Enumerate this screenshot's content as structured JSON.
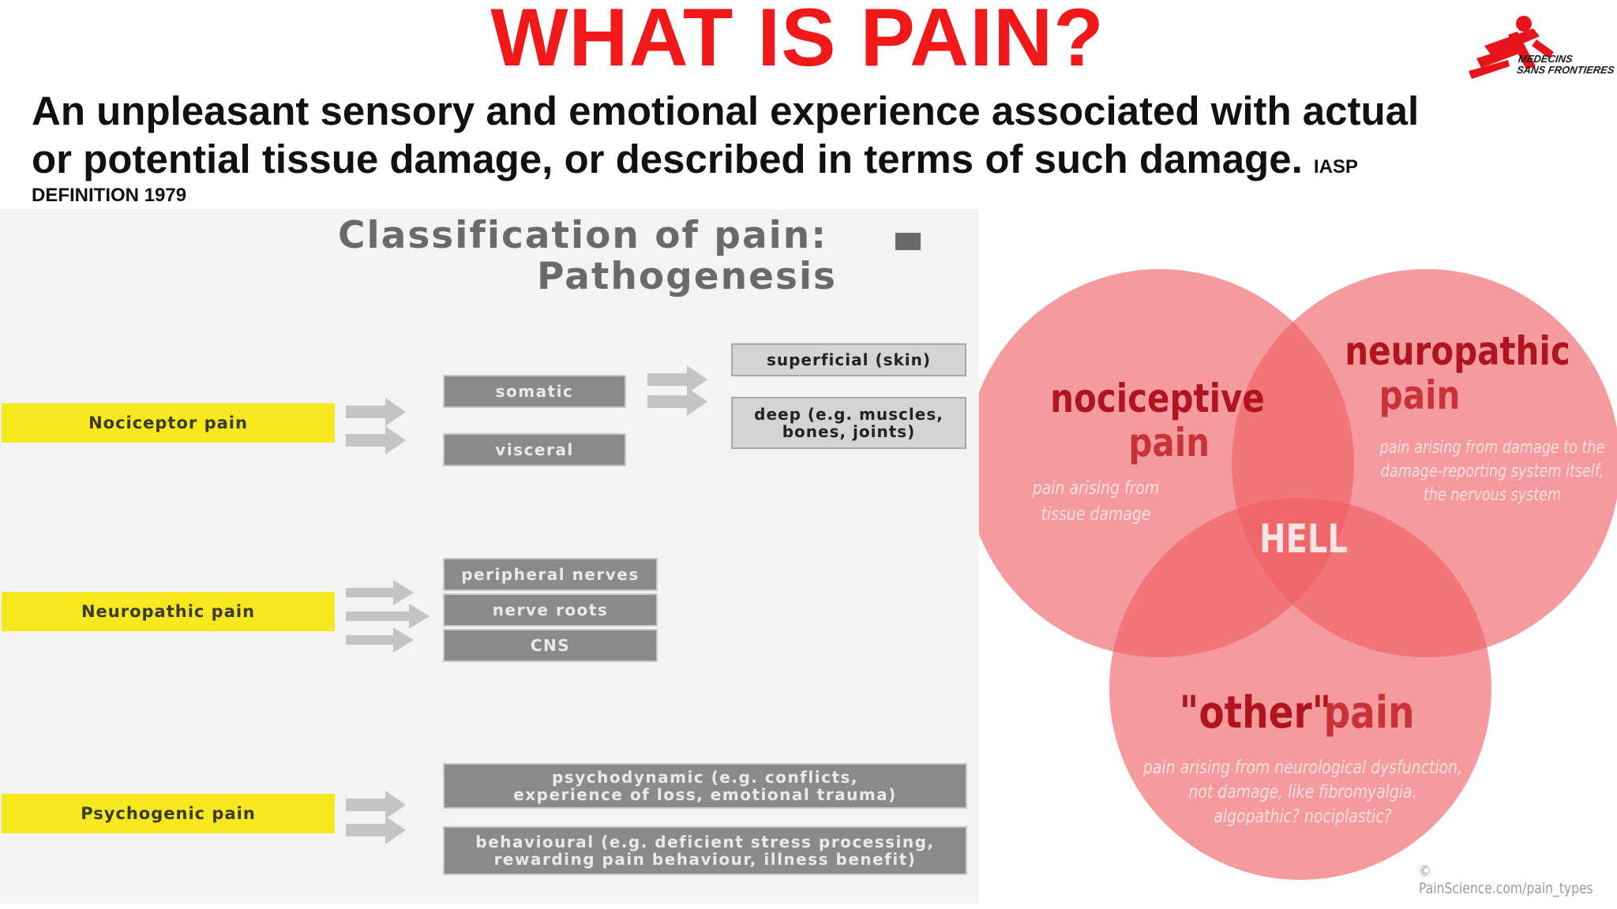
{
  "header": {
    "title": "WHAT IS PAIN?",
    "definition": "An unpleasant sensory and emotional experience associated with actual or potential tissue damage, or described in terms of such damage.",
    "source_line1": "IASP",
    "source_line2": "DEFINITION 1979"
  },
  "logo": {
    "name_line1": "MEDECINS",
    "name_line2": "SANS FRONTIERES",
    "color": "#e8141c"
  },
  "classification": {
    "title_line1": "Classification of pain:",
    "title_line2": "Pathogenesis",
    "categories": [
      {
        "label": "Nociceptor pain"
      },
      {
        "label": "Neuropathic pain"
      },
      {
        "label": "Psychogenic pain"
      }
    ],
    "nociceptor": {
      "somatic": "somatic",
      "visceral": "visceral",
      "superficial": "superficial (skin)",
      "deep_line1": "deep (e.g. muscles,",
      "deep_line2": "bones, joints)"
    },
    "neuropathic": [
      "peripheral nerves",
      "nerve roots",
      "CNS"
    ],
    "psychogenic": {
      "psychodynamic_line1": "psychodynamic (e.g. conflicts,",
      "psychodynamic_line2": "experience of loss, emotional trauma)",
      "behavioural_line1": "behavioural (e.g. deficient stress processing,",
      "behavioural_line2": "rewarding pain behaviour, illness benefit)"
    },
    "colors": {
      "category": "#f6e81c",
      "box_dark": "#8a8a8a",
      "box_light": "#d4d4d4"
    }
  },
  "venn": {
    "nociceptive": {
      "title1": "nociceptive",
      "title2": "pain",
      "desc1": "pain arising from",
      "desc2": "tissue damage"
    },
    "neuropathic": {
      "title1": "neuropathic",
      "title2": "pain",
      "desc1": "pain arising from damage to the",
      "desc2": "damage-reporting system itself,",
      "desc3": "the nervous system"
    },
    "other": {
      "title1": "\"other\"",
      "title2": "pain",
      "desc1": "pain arising from neurological dysfunction,",
      "desc2": "not damage, like fibromyalgia.",
      "desc3": "algopathic? nociplastic?"
    },
    "center": "HELL",
    "credit": "© PainScience.com/pain_types",
    "colors": {
      "circle": "#ef5d62",
      "title_dark": "#b0141e",
      "title_light": "#c83238"
    }
  }
}
